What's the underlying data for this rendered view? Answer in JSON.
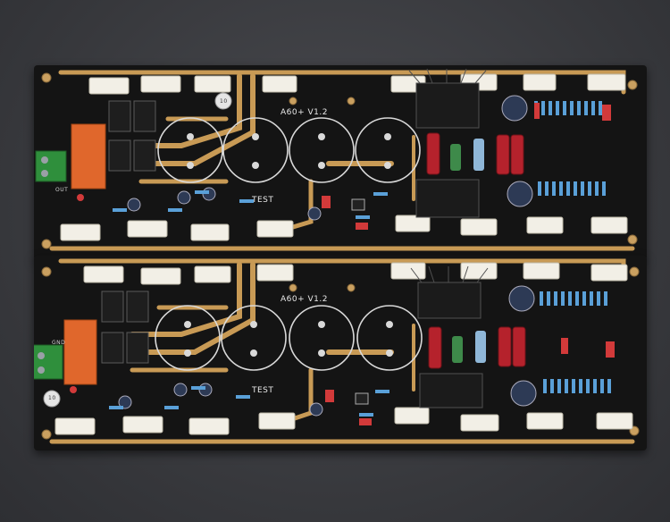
{
  "boards": [
    {
      "model_label": "A60+ V1.2",
      "test_label": "TEST",
      "out_label": "OUT",
      "fuse_label": "10"
    },
    {
      "model_label": "A60+ V1.2",
      "test_label": "TEST",
      "out_label": "GND",
      "fuse_label": "10"
    }
  ],
  "colors": {
    "pcb": "#141414",
    "trace": "#c89a55",
    "relay": "#e0672c",
    "terminal": "#2f8f3c",
    "heatsink": "#1b1b1b",
    "resistor_red": "#b5222c",
    "resistor_ceramic": "#f2efe6",
    "resistor_blue": "#5aa0d8"
  },
  "icons": [
    "relay",
    "terminal-block",
    "heatsink",
    "power-resistor",
    "electrolytic-capacitor",
    "transistor",
    "fuse"
  ]
}
